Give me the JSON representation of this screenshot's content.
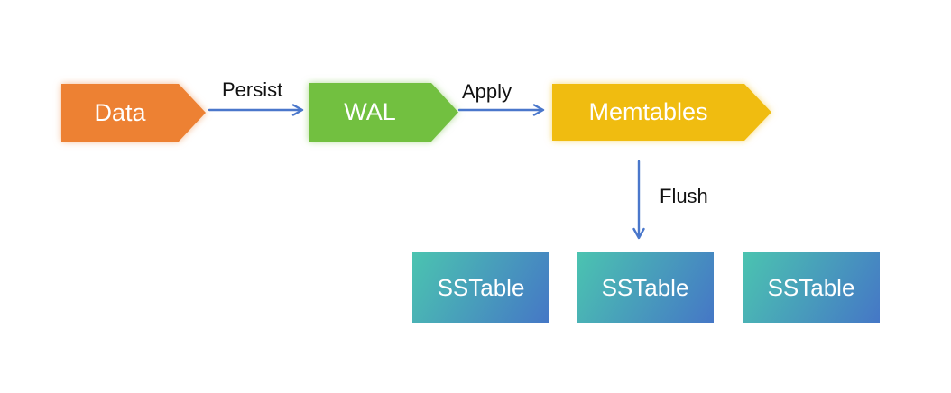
{
  "diagram": {
    "background": "#FFFFFF",
    "label_color": "#111111",
    "arrow_color": "#4A77CB",
    "nodes": [
      {
        "id": "data",
        "label": "Data",
        "shape": "chevron-right",
        "fill": "#ED8133",
        "text_color": "#FFFFFF"
      },
      {
        "id": "wal",
        "label": "WAL",
        "shape": "chevron-right",
        "fill": "#72C040",
        "text_color": "#FFFFFF"
      },
      {
        "id": "memtables",
        "label": "Memtables",
        "shape": "chevron-right",
        "fill": "#F0BC10",
        "text_color": "#FFFFFF"
      },
      {
        "id": "sstable-1",
        "label": "SSTable",
        "shape": "rect",
        "gradient_from": "#4BC4B0",
        "gradient_to": "#4577C6",
        "text_color": "#FFFFFF"
      },
      {
        "id": "sstable-2",
        "label": "SSTable",
        "shape": "rect",
        "gradient_from": "#4BC4B0",
        "gradient_to": "#4577C6",
        "text_color": "#FFFFFF"
      },
      {
        "id": "sstable-3",
        "label": "SSTable",
        "shape": "rect",
        "gradient_from": "#4BC4B0",
        "gradient_to": "#4577C6",
        "text_color": "#FFFFFF"
      }
    ],
    "edges": [
      {
        "id": "persist",
        "label": "Persist",
        "from": "data",
        "to": "wal",
        "direction": "right"
      },
      {
        "id": "apply",
        "label": "Apply",
        "from": "wal",
        "to": "memtables",
        "direction": "right"
      },
      {
        "id": "flush",
        "label": "Flush",
        "from": "memtables",
        "to": "sstables",
        "direction": "down"
      }
    ]
  }
}
